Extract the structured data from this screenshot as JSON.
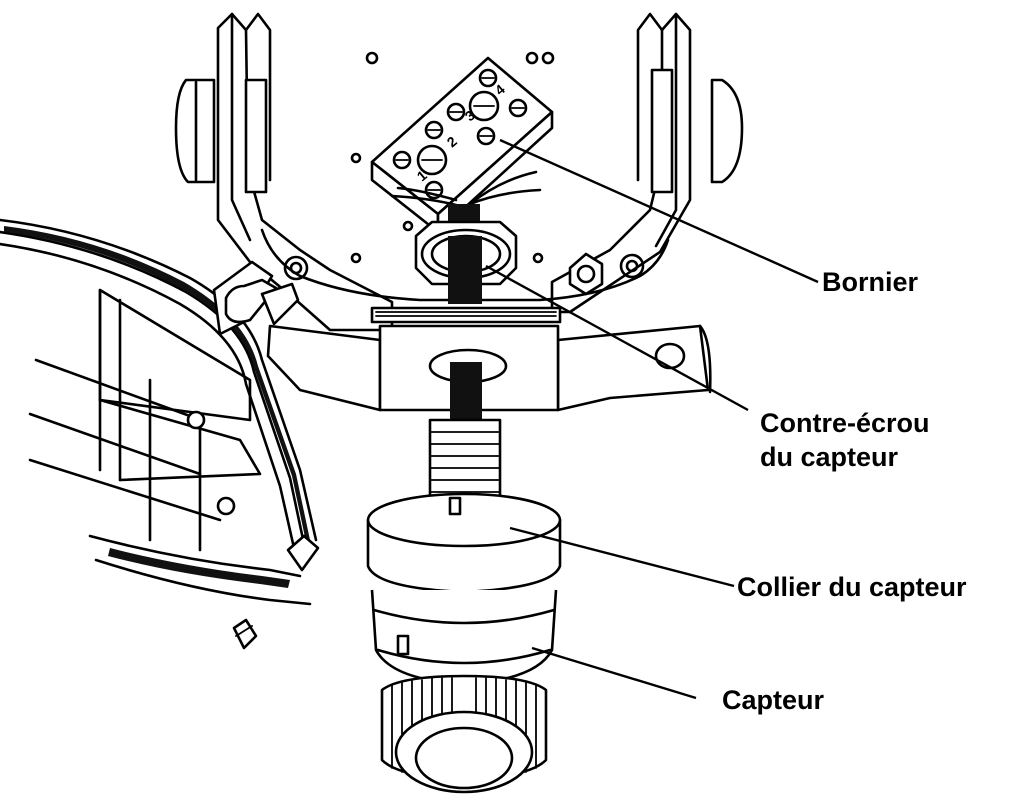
{
  "figure": {
    "callouts": [
      {
        "id": "bornier",
        "lines": [
          "Bornier"
        ]
      },
      {
        "id": "contre-ecrou",
        "lines": [
          "Contre-écrou",
          "du capteur"
        ]
      },
      {
        "id": "collier",
        "lines": [
          "Collier du capteur"
        ]
      },
      {
        "id": "capteur",
        "lines": [
          "Capteur"
        ]
      }
    ],
    "terminal_numbers": [
      "1",
      "2",
      "3",
      "4"
    ]
  }
}
